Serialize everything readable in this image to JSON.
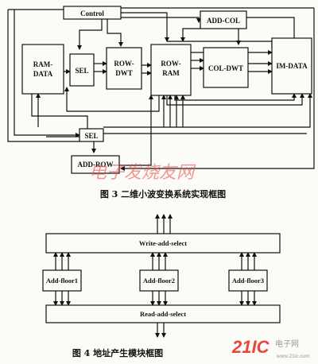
{
  "figure3": {
    "blocks": {
      "control": "Control",
      "add_col": "ADD-COL",
      "ram_data_1": "RAM-",
      "ram_data_2": "DATA",
      "sel_top": "SEL",
      "row_dwt_1": "ROW-",
      "row_dwt_2": "DWT",
      "row_ram_1": "ROW-",
      "row_ram_2": "RAM",
      "col_dwt": "COL-DWT",
      "im_data": "IM-DATA",
      "sel_bottom": "SEL",
      "add_row": "ADD-ROW"
    },
    "caption": "图 3  二维小波变换系统实现框图"
  },
  "figure4": {
    "blocks": {
      "write_select": "Write-add-select",
      "floor1": "Add-floor1",
      "floor2": "Add-floor2",
      "floor3": "Add-floor3",
      "read_select": "Read-add-select"
    },
    "caption": "图 4   地址产生模块框图"
  },
  "watermarks": {
    "site_cn": "电子发烧友网",
    "logo_num": "21IC",
    "logo_cn": "电子网",
    "logo_url": "www.21ic.com"
  },
  "colors": {
    "ink": "#111111",
    "watermark_red": "#e8463c",
    "watermark_gray": "#9a9a9a"
  }
}
